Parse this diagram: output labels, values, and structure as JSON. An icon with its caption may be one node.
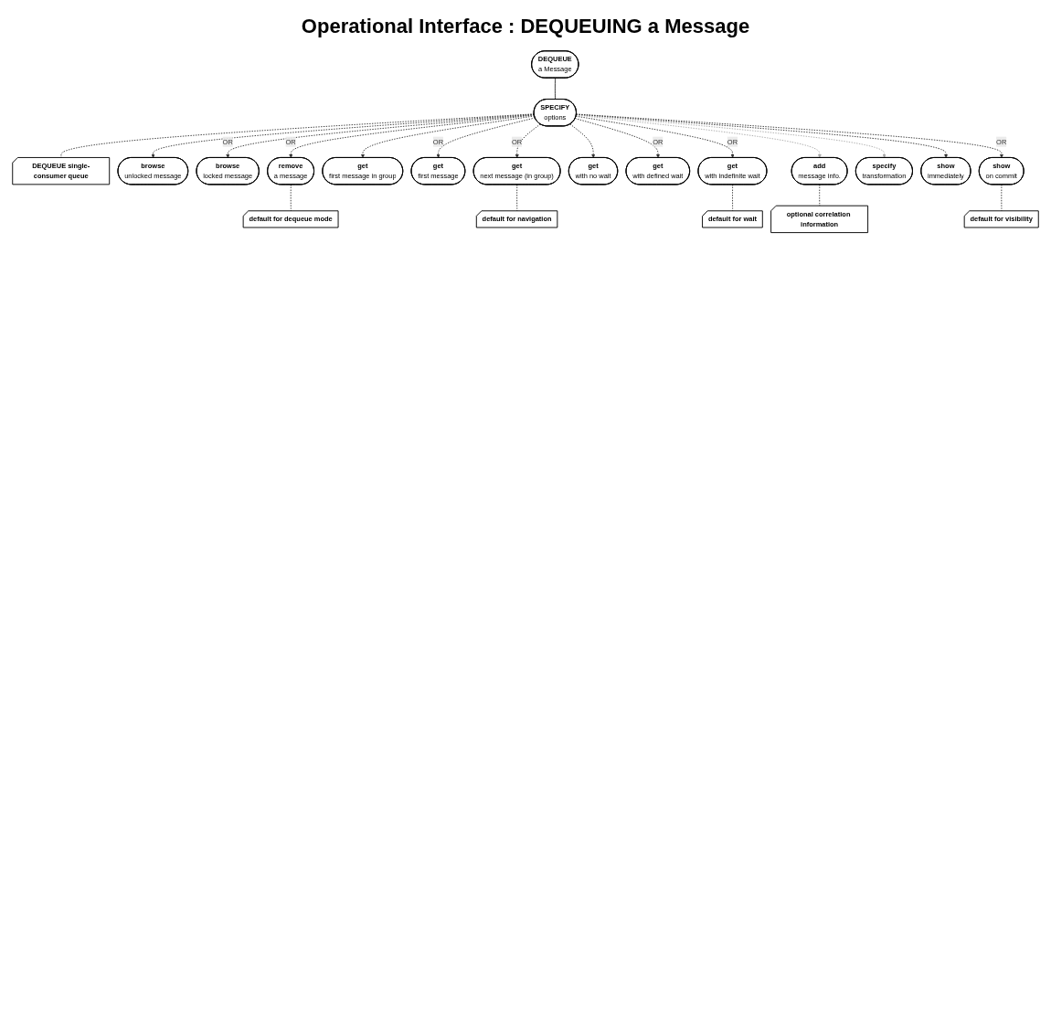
{
  "diagram": {
    "title": "Operational Interface : DEQUEUING a Message",
    "nodes": [
      {
        "text": [
          "DEQUEUE",
          "a Message"
        ]
      },
      {
        "text": [
          "SPECIFY",
          "options"
        ]
      },
      {
        "text": [
          "DEQUEUE single-consumer queue"
        ]
      },
      {
        "text": [
          "browse",
          "unlocked message"
        ]
      },
      {
        "text": [
          "browse",
          "locked message"
        ]
      },
      {
        "text": [
          "remove",
          "a message"
        ]
      },
      {
        "text": [
          "default for dequeue mode"
        ]
      },
      {
        "text": [
          "get",
          "first message in group"
        ]
      },
      {
        "text": [
          "get",
          "first message"
        ]
      },
      {
        "text": [
          "get",
          "next message (in group)"
        ]
      },
      {
        "text": [
          "default for navigation"
        ]
      },
      {
        "text": [
          "get",
          "with no wait"
        ]
      },
      {
        "text": [
          "get",
          "with defined wait"
        ]
      },
      {
        "text": [
          "get",
          "with indefinite wait"
        ]
      },
      {
        "text": [
          "default for wait"
        ]
      },
      {
        "text": [
          "add",
          "message info."
        ]
      },
      {
        "text": [
          "optional correlation information"
        ]
      },
      {
        "text": [
          "specify",
          "transformation"
        ]
      },
      {
        "text": [
          "show",
          "immediately"
        ]
      },
      {
        "text": [
          "show",
          "on commit"
        ]
      },
      {
        "text": [
          "default for visibility"
        ]
      }
    ],
    "edges": [
      {
        "from": 0,
        "to": 1,
        "arrow": "none"
      },
      {
        "from": 1,
        "to": 2,
        "arrow": "none",
        "style": "dashed"
      },
      {
        "from": 1,
        "to": 3,
        "arrow": "to",
        "style": "dashed"
      },
      {
        "from": 1,
        "to": 4,
        "arrow": "to",
        "style": "dashed",
        "label": "OR"
      },
      {
        "from": 1,
        "to": 5,
        "arrow": "to",
        "style": "dashed",
        "label": "OR"
      },
      {
        "from": 5,
        "to": 6,
        "arrow": "none",
        "style": "dashed"
      },
      {
        "from": 1,
        "to": 7,
        "arrow": "to",
        "style": "dashed"
      },
      {
        "from": 1,
        "to": 8,
        "arrow": "to",
        "style": "dashed",
        "label": "OR"
      },
      {
        "from": 1,
        "to": 9,
        "arrow": "to",
        "style": "dashed",
        "label": "OR"
      },
      {
        "from": 9,
        "to": 10,
        "arrow": "none",
        "style": "dashed"
      },
      {
        "from": 1,
        "to": 11,
        "arrow": "to",
        "style": "dashed"
      },
      {
        "from": 1,
        "to": 12,
        "arrow": "to",
        "style": "dashed",
        "label": "OR"
      },
      {
        "from": 1,
        "to": 13,
        "arrow": "to",
        "style": "dashed",
        "label": "OR"
      },
      {
        "from": 13,
        "to": 14,
        "arrow": "none",
        "style": "dashed"
      },
      {
        "from": 1,
        "to": 15,
        "arrow": "to",
        "style": "dashed",
        "color": "#aaaaaa"
      },
      {
        "from": 15,
        "to": 16,
        "arrow": "none",
        "style": "dashed"
      },
      {
        "from": 1,
        "to": 17,
        "arrow": "to",
        "style": "dashed",
        "color": "#aaaaaa"
      },
      {
        "from": 1,
        "to": 18,
        "arrow": "to",
        "style": "dashed"
      },
      {
        "from": 1,
        "to": 19,
        "arrow": "to",
        "style": "dashed",
        "label": "OR"
      },
      {
        "from": 19,
        "to": 20,
        "arrow": "none",
        "style": "dashed"
      }
    ]
  }
}
